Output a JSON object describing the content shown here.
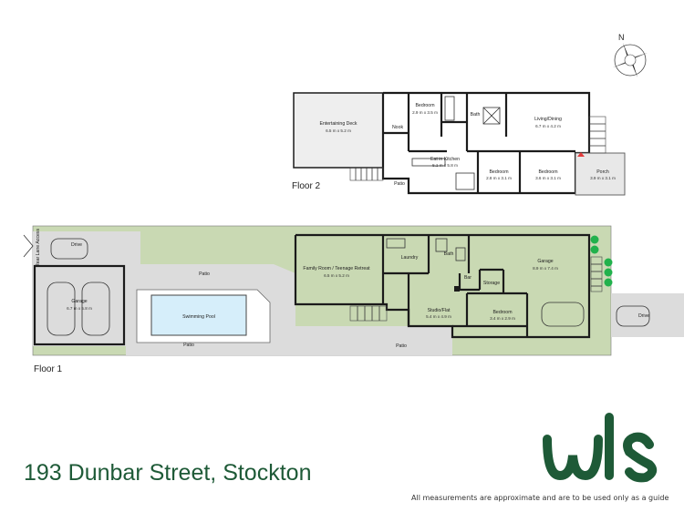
{
  "address": "193 Dunbar Street, Stockton",
  "disclaimer": "All measurements are approximate and are to be used only as a guide",
  "logo": {
    "text": "wls",
    "color": "#1e5a37"
  },
  "compass": {
    "label": "N"
  },
  "colors": {
    "grass": "#c9d9b3",
    "paving": "#dcdcdc",
    "pool": "#d6eefa",
    "walls": "#1b1b1b",
    "brand": "#1e5a37",
    "shrub": "#22b14c",
    "marker": "#e23b3b"
  },
  "floor2": {
    "label": "Floor 2",
    "rooms": [
      {
        "name": "Entertaining Deck",
        "dims": "6.5 m x 5.2 m"
      },
      {
        "name": "Nook",
        "dims": ""
      },
      {
        "name": "Bedroom",
        "dims": "2.9 m x 3.5 m"
      },
      {
        "name": "Bath",
        "dims": ""
      },
      {
        "name": "Living/Dining",
        "dims": "6.7 m x 4.2 m"
      },
      {
        "name": "Eat in Kitchen",
        "dims": "5.1 m x 5.8 m"
      },
      {
        "name": "Bedroom",
        "dims": "2.8 m x 3.1 m"
      },
      {
        "name": "Bedroom",
        "dims": "3.6 m x 3.1 m"
      },
      {
        "name": "Porch",
        "dims": "3.9 m x 3.1 m"
      },
      {
        "name": "Patio",
        "dims": ""
      }
    ]
  },
  "floor1": {
    "label": "Floor 1",
    "rooms": [
      {
        "name": "Drive",
        "dims": ""
      },
      {
        "name": "Rear Lane Access",
        "dims": ""
      },
      {
        "name": "Garage",
        "dims": "6.7 m x 5.8 m"
      },
      {
        "name": "Patio",
        "dims": ""
      },
      {
        "name": "Swimming Pool",
        "dims": ""
      },
      {
        "name": "Patio",
        "dims": ""
      },
      {
        "name": "Family Room / Teenage Retreat",
        "dims": "6.5 m x 5.2 m"
      },
      {
        "name": "Laundry",
        "dims": ""
      },
      {
        "name": "Bath",
        "dims": ""
      },
      {
        "name": "Bar",
        "dims": ""
      },
      {
        "name": "Storage",
        "dims": ""
      },
      {
        "name": "Studio/Flat",
        "dims": "5.4 m x 4.9 m"
      },
      {
        "name": "Bedroom",
        "dims": "3.4 m x 2.9 m"
      },
      {
        "name": "Garage",
        "dims": "8.9 m x 7.4 m"
      },
      {
        "name": "Patio",
        "dims": ""
      },
      {
        "name": "Drive",
        "dims": ""
      }
    ]
  }
}
